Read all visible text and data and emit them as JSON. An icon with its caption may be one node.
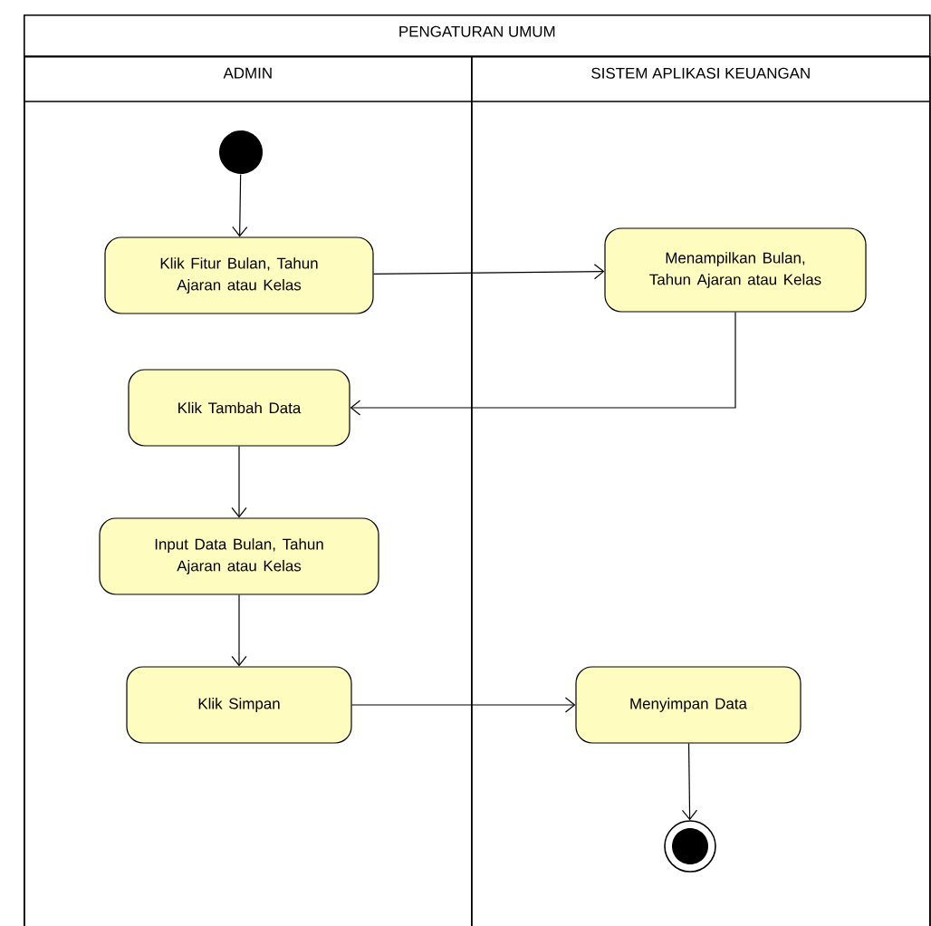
{
  "diagram": {
    "nodes": [
      {
        "text": [
          "PENGATURAN UMUM"
        ]
      },
      {
        "text": [
          "ADMIN"
        ],
        "in": 0
      },
      {
        "text": [
          "SISTEM APLIKASI KEUANGAN"
        ],
        "in": 0
      },
      {
        "text": [],
        "shape": "circle",
        "in": 1
      },
      {
        "text": [
          "Klik Fitur Bulan, Tahun Ajaran atau Kelas"
        ],
        "in": 1
      },
      {
        "text": [
          "Menampilkan Bulan, Tahun Ajaran atau Kelas"
        ],
        "in": 2
      },
      {
        "text": [
          "Klik Tambah Data"
        ],
        "in": 1
      },
      {
        "text": [
          "Input Data Bulan, Tahun Ajaran atau Kelas"
        ],
        "in": 1
      },
      {
        "text": [
          "Klik Simpan"
        ],
        "in": 1
      },
      {
        "text": [
          "Menyimpan Data"
        ],
        "in": 2
      },
      {
        "text": [],
        "shape": "circle",
        "in": 2
      }
    ],
    "edges": [
      {
        "from": 3,
        "to": 4,
        "arrow": "to"
      },
      {
        "from": 4,
        "to": 5,
        "arrow": "to"
      },
      {
        "from": 5,
        "to": 6,
        "arrow": "to"
      },
      {
        "from": 6,
        "to": 7,
        "arrow": "to"
      },
      {
        "from": 7,
        "to": 8,
        "arrow": "to"
      },
      {
        "from": 8,
        "to": 9,
        "arrow": "to"
      },
      {
        "from": 9,
        "to": 10,
        "arrow": "to"
      }
    ]
  }
}
